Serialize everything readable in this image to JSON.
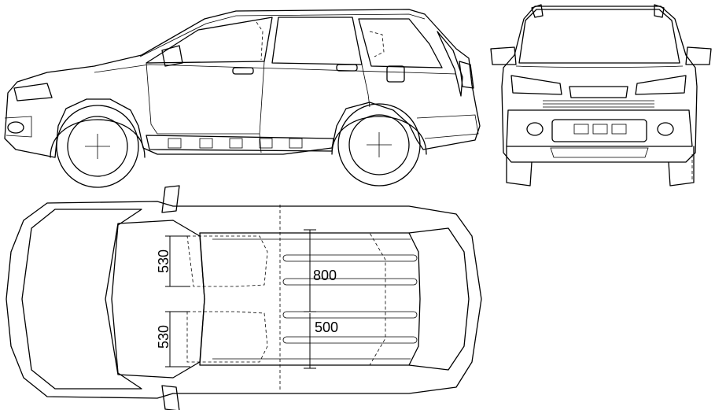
{
  "dimensions": {
    "front_seat_width": "530",
    "rear_seat_width": "530",
    "cargo_length_total": "800",
    "cargo_length_partial": "500"
  }
}
